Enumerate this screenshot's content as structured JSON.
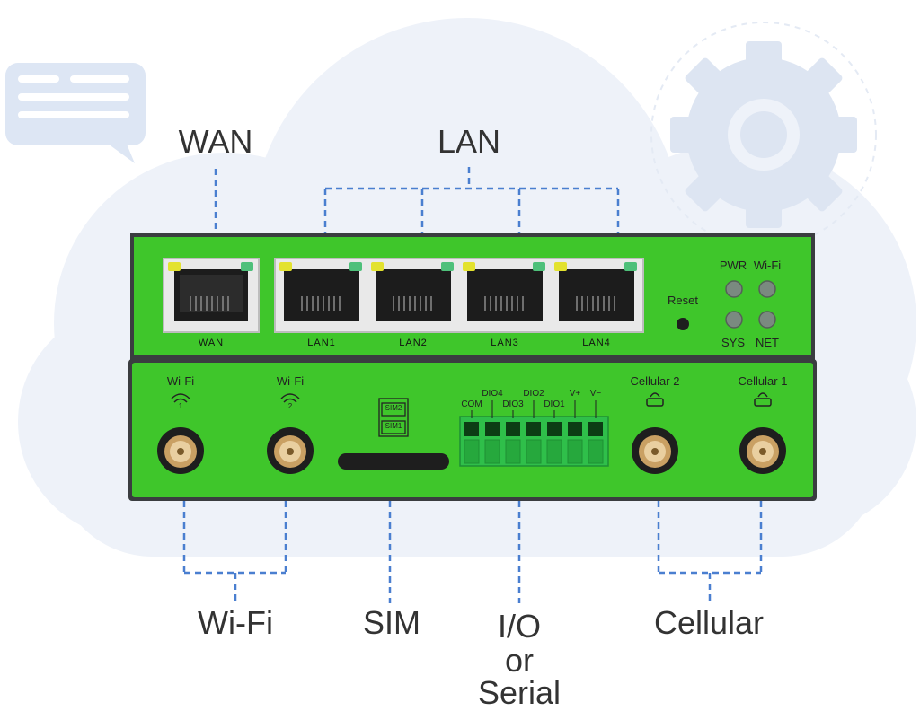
{
  "callouts": {
    "wan": "WAN",
    "lan": "LAN",
    "wifi": "Wi-Fi",
    "sim": "SIM",
    "io_line1": "I/O",
    "io_line2": "or",
    "io_line3": "Serial",
    "cellular": "Cellular"
  },
  "top_panel": {
    "ports": [
      "WAN",
      "LAN1",
      "LAN2",
      "LAN3",
      "LAN4"
    ],
    "reset_label": "Reset",
    "leds": {
      "pwr": "PWR",
      "wifi": "Wi-Fi",
      "sys": "SYS",
      "net": "NET"
    }
  },
  "bottom_panel": {
    "antennas": {
      "wifi1_label": "Wi-Fi",
      "wifi1_num": "1",
      "wifi2_label": "Wi-Fi",
      "wifi2_num": "2",
      "cell2_label": "Cellular 2",
      "cell1_label": "Cellular 1"
    },
    "sim_slots": [
      "SIM2",
      "SIM1"
    ],
    "terminal_labels": {
      "dio4": "DIO4",
      "dio2": "DIO2",
      "vplus": "V+",
      "vminus": "V−",
      "com": "COM",
      "dio3": "DIO3",
      "dio1": "DIO1"
    }
  },
  "colors": {
    "device_green": "#3fc62b",
    "callout_line": "#4a7fd0",
    "cloud_bg": "#eef2f9"
  }
}
